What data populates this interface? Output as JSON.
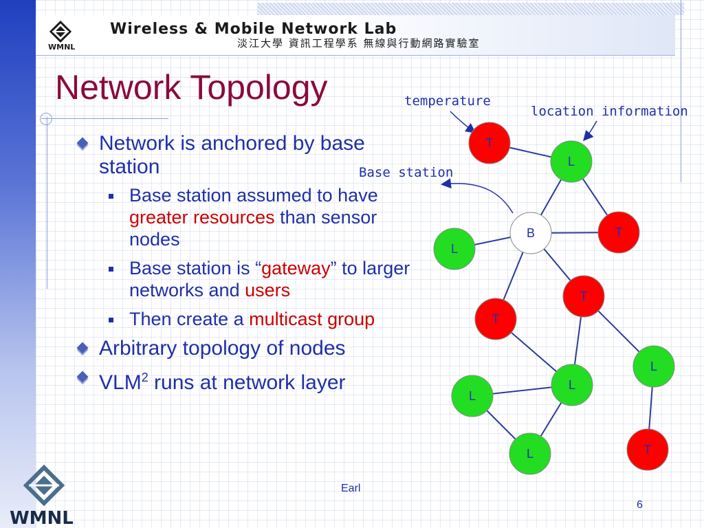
{
  "banner": {
    "title": "Wireless & Mobile Network Lab",
    "subtitle": "淡江大學 資訊工程學系    無線與行動網路實驗室",
    "logo_label": "WMNL"
  },
  "slide": {
    "title": "Network Topology",
    "bullets": [
      {
        "text": "Network is anchored by base station"
      },
      {
        "parts": [
          {
            "t": "Base station assumed to have "
          },
          {
            "t": "greater resources",
            "red": true
          },
          {
            "t": " than sensor nodes"
          }
        ]
      },
      {
        "parts": [
          {
            "t": "Base station is “"
          },
          {
            "t": "gateway",
            "red": true
          },
          {
            "t": "” to larger networks and "
          },
          {
            "t": "users",
            "red": true
          }
        ]
      },
      {
        "parts": [
          {
            "t": "Then create a "
          },
          {
            "t": "multicast group",
            "red": true
          }
        ]
      },
      {
        "text": "Arbitrary topology of nodes"
      },
      {
        "vlm_prefix": "VLM",
        "vlm_sup": "2",
        "vlm_rest": " runs at network layer"
      }
    ],
    "b2_1": {
      "a": "Base station assumed to have ",
      "b": "greater resources",
      "c": " than sensor nodes"
    },
    "b2_2": {
      "a": "Base station is “",
      "b": "gateway",
      "c": "” to larger networks and ",
      "d": "users"
    },
    "b2_3": {
      "a": "Then create a ",
      "b": "multicast group"
    },
    "b1_1": "Network is anchored by base station",
    "b1_2": "Arbitrary topology of nodes",
    "b1_3": {
      "a": "VLM",
      "sup": "2",
      "b": " runs at network layer"
    }
  },
  "annotations": {
    "temperature": "temperature",
    "location": "location information",
    "base": "Base station"
  },
  "nodes": [
    {
      "id": "t1",
      "label": "T",
      "kind": "temperature"
    },
    {
      "id": "l1",
      "label": "L",
      "kind": "location"
    },
    {
      "id": "b",
      "label": "B",
      "kind": "base"
    },
    {
      "id": "t2",
      "label": "T",
      "kind": "temperature"
    },
    {
      "id": "l2",
      "label": "L",
      "kind": "location"
    },
    {
      "id": "t3",
      "label": "T",
      "kind": "temperature"
    },
    {
      "id": "t4",
      "label": "T",
      "kind": "temperature"
    },
    {
      "id": "l3",
      "label": "L",
      "kind": "location"
    },
    {
      "id": "l4",
      "label": "L",
      "kind": "location"
    },
    {
      "id": "l5",
      "label": "L",
      "kind": "location"
    },
    {
      "id": "l6",
      "label": "L",
      "kind": "location"
    },
    {
      "id": "t5",
      "label": "T",
      "kind": "temperature"
    }
  ],
  "colors": {
    "temperature": "#ff0000",
    "location": "#22dd22",
    "base": "#ffffff",
    "title": "#8b0a3c",
    "text": "#1f2fa8",
    "highlight": "#cc0000"
  },
  "footer": {
    "author": "Earl",
    "page": "6"
  }
}
